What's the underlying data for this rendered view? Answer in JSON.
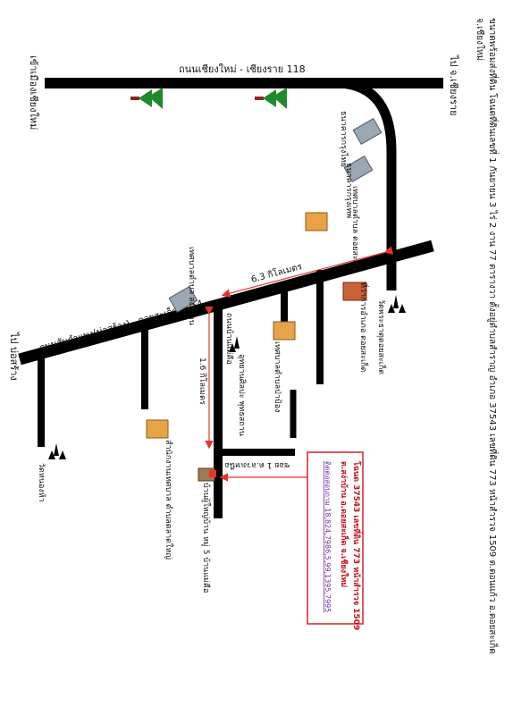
{
  "map": {
    "header_note_1": "ขนาดพร้อมส่งที่ดิน โฉนดที่ดินเลขที่ 1 กันยายน 3 ไร่ 2 งาน 77 ตารางวา ตั้งอยู่ตำบลสำราญ อำเภอ 37543 เลขที่ดิน 773 หน้าสำรวจ 1509 ต.ดอนแก้ว อ.ดอยสะเก็ด",
    "header_note_2": "จ.เชียงใหม่",
    "roads": {
      "highway_118": "ถนนเชียงใหม่ - เชียงราย  118",
      "road_1014": "ถนนสันกำแพง(บ่อสร้าง) - ดอยสะเก็ด 1014",
      "soi_1": "ซอย 1 ต.ลวงเหนือ",
      "village_road": "ถนนบ้านแม่คือ"
    },
    "directions": {
      "to_chiangrai": "ไป จ.เชียงราย",
      "to_city": "เข้าเมืองเชียงใหม่",
      "to_bosang": "ไป บ่อสร้าง"
    },
    "distances": {
      "km_6_3": "6.3 กิโลเมตร",
      "km_1_6": "1.6 กิโลเมตร"
    },
    "landmarks": {
      "bank_thai": "ธนาคารกรุงไทย",
      "bank_krungthep": "ธนาคารกรุงเทพ",
      "municipality_doisaket": "เทศบาลตำบล ดอยสะเก็ด",
      "police_doisaket": "ที่ว่าการอำเภอ ดอยสะเก็ด",
      "temple_doisaket": "วัดพระธาตุดอยสะเก็ด",
      "municipality_chomphu": "เทศบาลตำบล สง่าบ้าน",
      "municipality_luangnua": "เทศบาลตำบลป่าป้อง",
      "temple_bankhue": "อุทยานศิลปะ พุทธสถาน",
      "office_big": "สำนักงานเทศบาล ตำบลตลาดใหญ่",
      "temple_nongkhon": "วัดหนองห้า",
      "village_headman": "บ้านผู้ใหญ่บ้าน หมู่ 5 บ้านแม่คือ"
    },
    "info_box": {
      "line1": "โฉนด 37543 เลขที่ดิน 773  หน้าสำรวจ 1509",
      "line2": "ต.สง่าบ้าน  อ.ดอยสะเก็ด  จ.เชียงใหม่",
      "line3": "ติดต่อสอบถาม 18,824,7986,5,99,1395,7995"
    },
    "colors": {
      "road": "#000000",
      "arrow": "#e8322f",
      "box_border": "#d6232a",
      "tree": "#1e8a2c"
    }
  }
}
